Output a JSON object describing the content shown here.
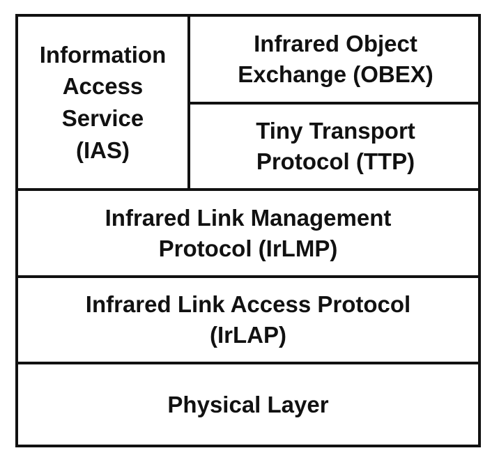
{
  "layers": {
    "ias": "Information\nAccess\nService\n(IAS)",
    "obex": "Infrared Object\nExchange (OBEX)",
    "ttp": "Tiny Transport\nProtocol (TTP)",
    "irlmp": "Infrared Link Management\nProtocol (IrLMP)",
    "irlap": "Infrared Link Access Protocol\n(IrLAP)",
    "physical": "Physical Layer"
  }
}
